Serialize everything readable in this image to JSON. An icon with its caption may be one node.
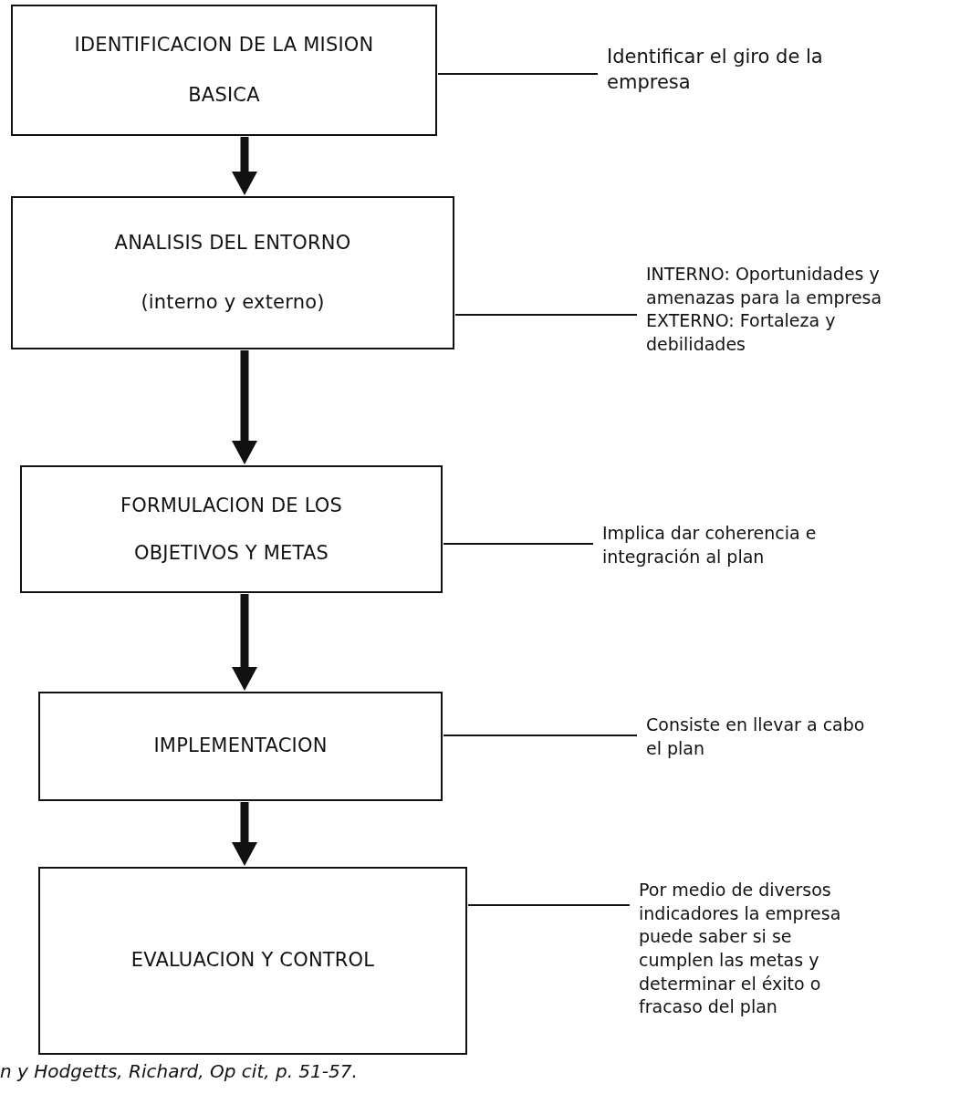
{
  "diagram": {
    "caption": "n y Hodgetts, Richard, Op cit, p. 51-57.",
    "nodes": [
      {
        "text": [
          "IDENTIFICACION DE LA MISION BASICA"
        ]
      },
      {
        "text": [
          "Identificar el giro de la empresa"
        ]
      },
      {
        "text": [
          "ANALISIS DEL ENTORNO",
          "(interno y externo)"
        ]
      },
      {
        "text": [
          "INTERNO: Oportunidades y amenazas para la empresa",
          "EXTERNO: Fortaleza y debilidades"
        ]
      },
      {
        "text": [
          "FORMULACION DE LOS OBJETIVOS Y METAS"
        ]
      },
      {
        "text": [
          "Implica dar coherencia e integración al plan"
        ]
      },
      {
        "text": [
          "IMPLEMENTACION"
        ]
      },
      {
        "text": [
          "Consiste en llevar a cabo el plan"
        ]
      },
      {
        "text": [
          "EVALUACION Y CONTROL"
        ]
      },
      {
        "text": [
          "Por medio de diversos indicadores la empresa puede saber si se cumplen las metas y determinar el éxito o fracaso del plan"
        ]
      }
    ],
    "edges": [
      {
        "from": 0,
        "to": 2,
        "arrow": "to",
        "style": "thick"
      },
      {
        "from": 2,
        "to": 4,
        "arrow": "to",
        "style": "thick"
      },
      {
        "from": 4,
        "to": 6,
        "arrow": "to",
        "style": "thick"
      },
      {
        "from": 6,
        "to": 8,
        "arrow": "to",
        "style": "thick"
      },
      {
        "from": 0,
        "to": 1,
        "arrow": "none"
      },
      {
        "from": 2,
        "to": 3,
        "arrow": "none"
      },
      {
        "from": 4,
        "to": 5,
        "arrow": "none"
      },
      {
        "from": 6,
        "to": 7,
        "arrow": "none"
      },
      {
        "from": 8,
        "to": 9,
        "arrow": "none"
      }
    ]
  }
}
